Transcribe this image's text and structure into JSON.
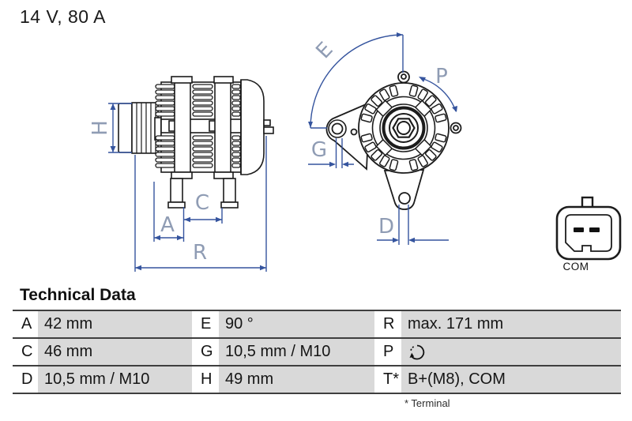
{
  "header": {
    "rating": "14 V, 80 A"
  },
  "diagram": {
    "labels": {
      "H": "H",
      "A": "A",
      "C": "C",
      "R": "R",
      "E": "E",
      "G": "G",
      "D": "D",
      "P": "P"
    },
    "connector_label": "COM",
    "views": [
      "alternator-side-view",
      "alternator-front-view",
      "com-connector"
    ]
  },
  "colors": {
    "dimension_line": "#35549e",
    "dimension_label": "#8f9cb4",
    "drawing_line": "#1c1c1c",
    "table_cell_bg": "#d9d9d9",
    "table_rule": "#3f3f3f"
  },
  "technical_data": {
    "title": "Technical Data",
    "footnote": "* Terminal",
    "rows": [
      {
        "cells": [
          {
            "key": "A",
            "value": "42 mm"
          },
          {
            "key": "E",
            "value": "90 °"
          },
          {
            "key": "R",
            "value": "max. 171 mm"
          }
        ]
      },
      {
        "cells": [
          {
            "key": "C",
            "value": "46 mm"
          },
          {
            "key": "G",
            "value": "10,5 mm / M10"
          },
          {
            "key": "P",
            "value": "",
            "icon": "rotation-direction"
          }
        ]
      },
      {
        "cells": [
          {
            "key": "D",
            "value": "10,5 mm / M10"
          },
          {
            "key": "H",
            "value": "49 mm"
          },
          {
            "key": "T*",
            "value": "B+(M8), COM"
          }
        ]
      }
    ]
  }
}
